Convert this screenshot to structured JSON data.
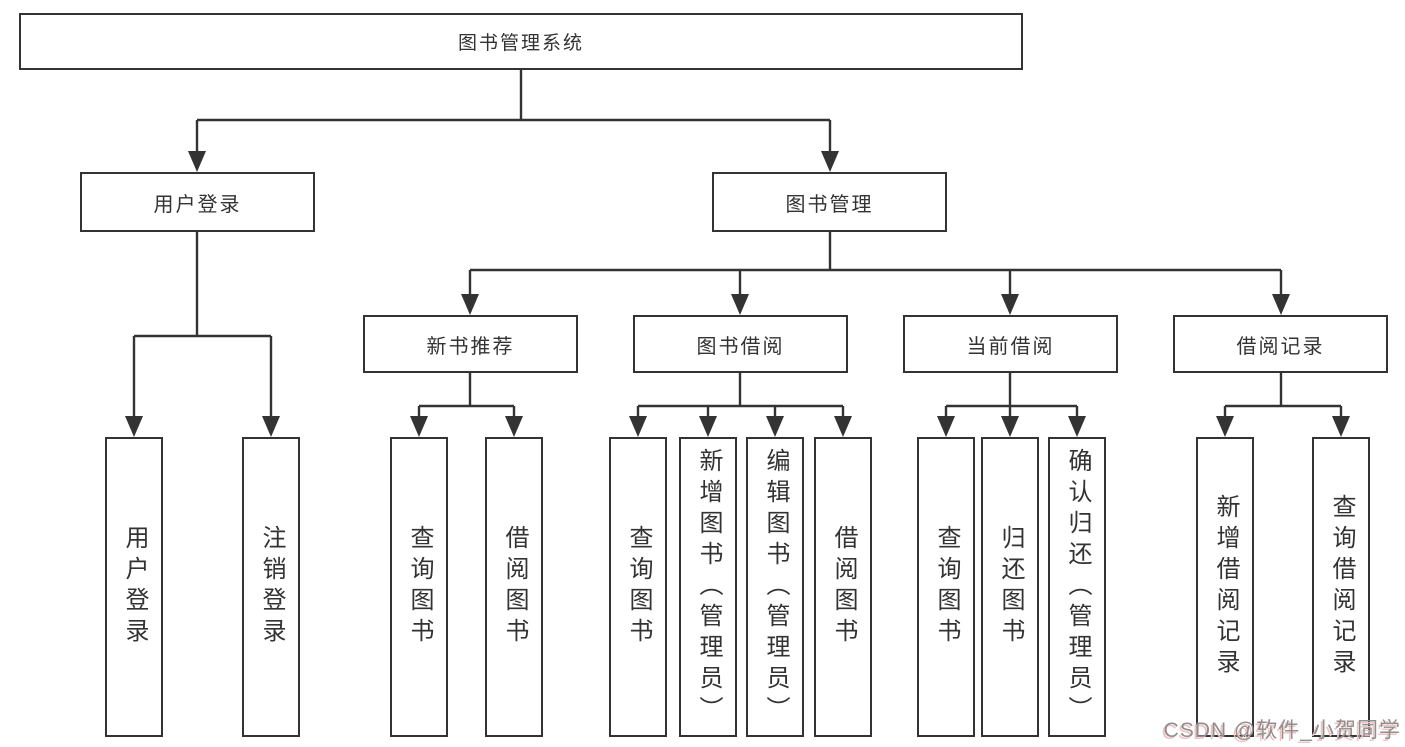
{
  "diagram": {
    "colors": {
      "line": "#333333",
      "text": "#333333",
      "background": "#ffffff",
      "box_fill": "#ffffff",
      "watermark_text": "#8f8f8f",
      "watermark_shadow": "#f0c3c3"
    },
    "watermark": {
      "text": "CSDN @软件_小贺同学"
    },
    "tree": {
      "label": "图书管理系统",
      "children": [
        {
          "label": "用户登录",
          "children": [
            {
              "label": "用户登录"
            },
            {
              "label": "注销登录"
            }
          ]
        },
        {
          "label": "图书管理",
          "children": [
            {
              "label": "新书推荐",
              "children": [
                {
                  "label": "查询图书"
                },
                {
                  "label": "借阅图书"
                }
              ]
            },
            {
              "label": "图书借阅",
              "children": [
                {
                  "label": "查询图书"
                },
                {
                  "label": "新增图书（管理员）"
                },
                {
                  "label": "编辑图书（管理员）"
                },
                {
                  "label": "借阅图书"
                }
              ]
            },
            {
              "label": "当前借阅",
              "children": [
                {
                  "label": "查询图书"
                },
                {
                  "label": "归还图书"
                },
                {
                  "label": "确认归还（管理员）"
                }
              ]
            },
            {
              "label": "借阅记录",
              "children": [
                {
                  "label": "新增借阅记录"
                },
                {
                  "label": "查询借阅记录"
                }
              ]
            }
          ]
        }
      ]
    }
  }
}
